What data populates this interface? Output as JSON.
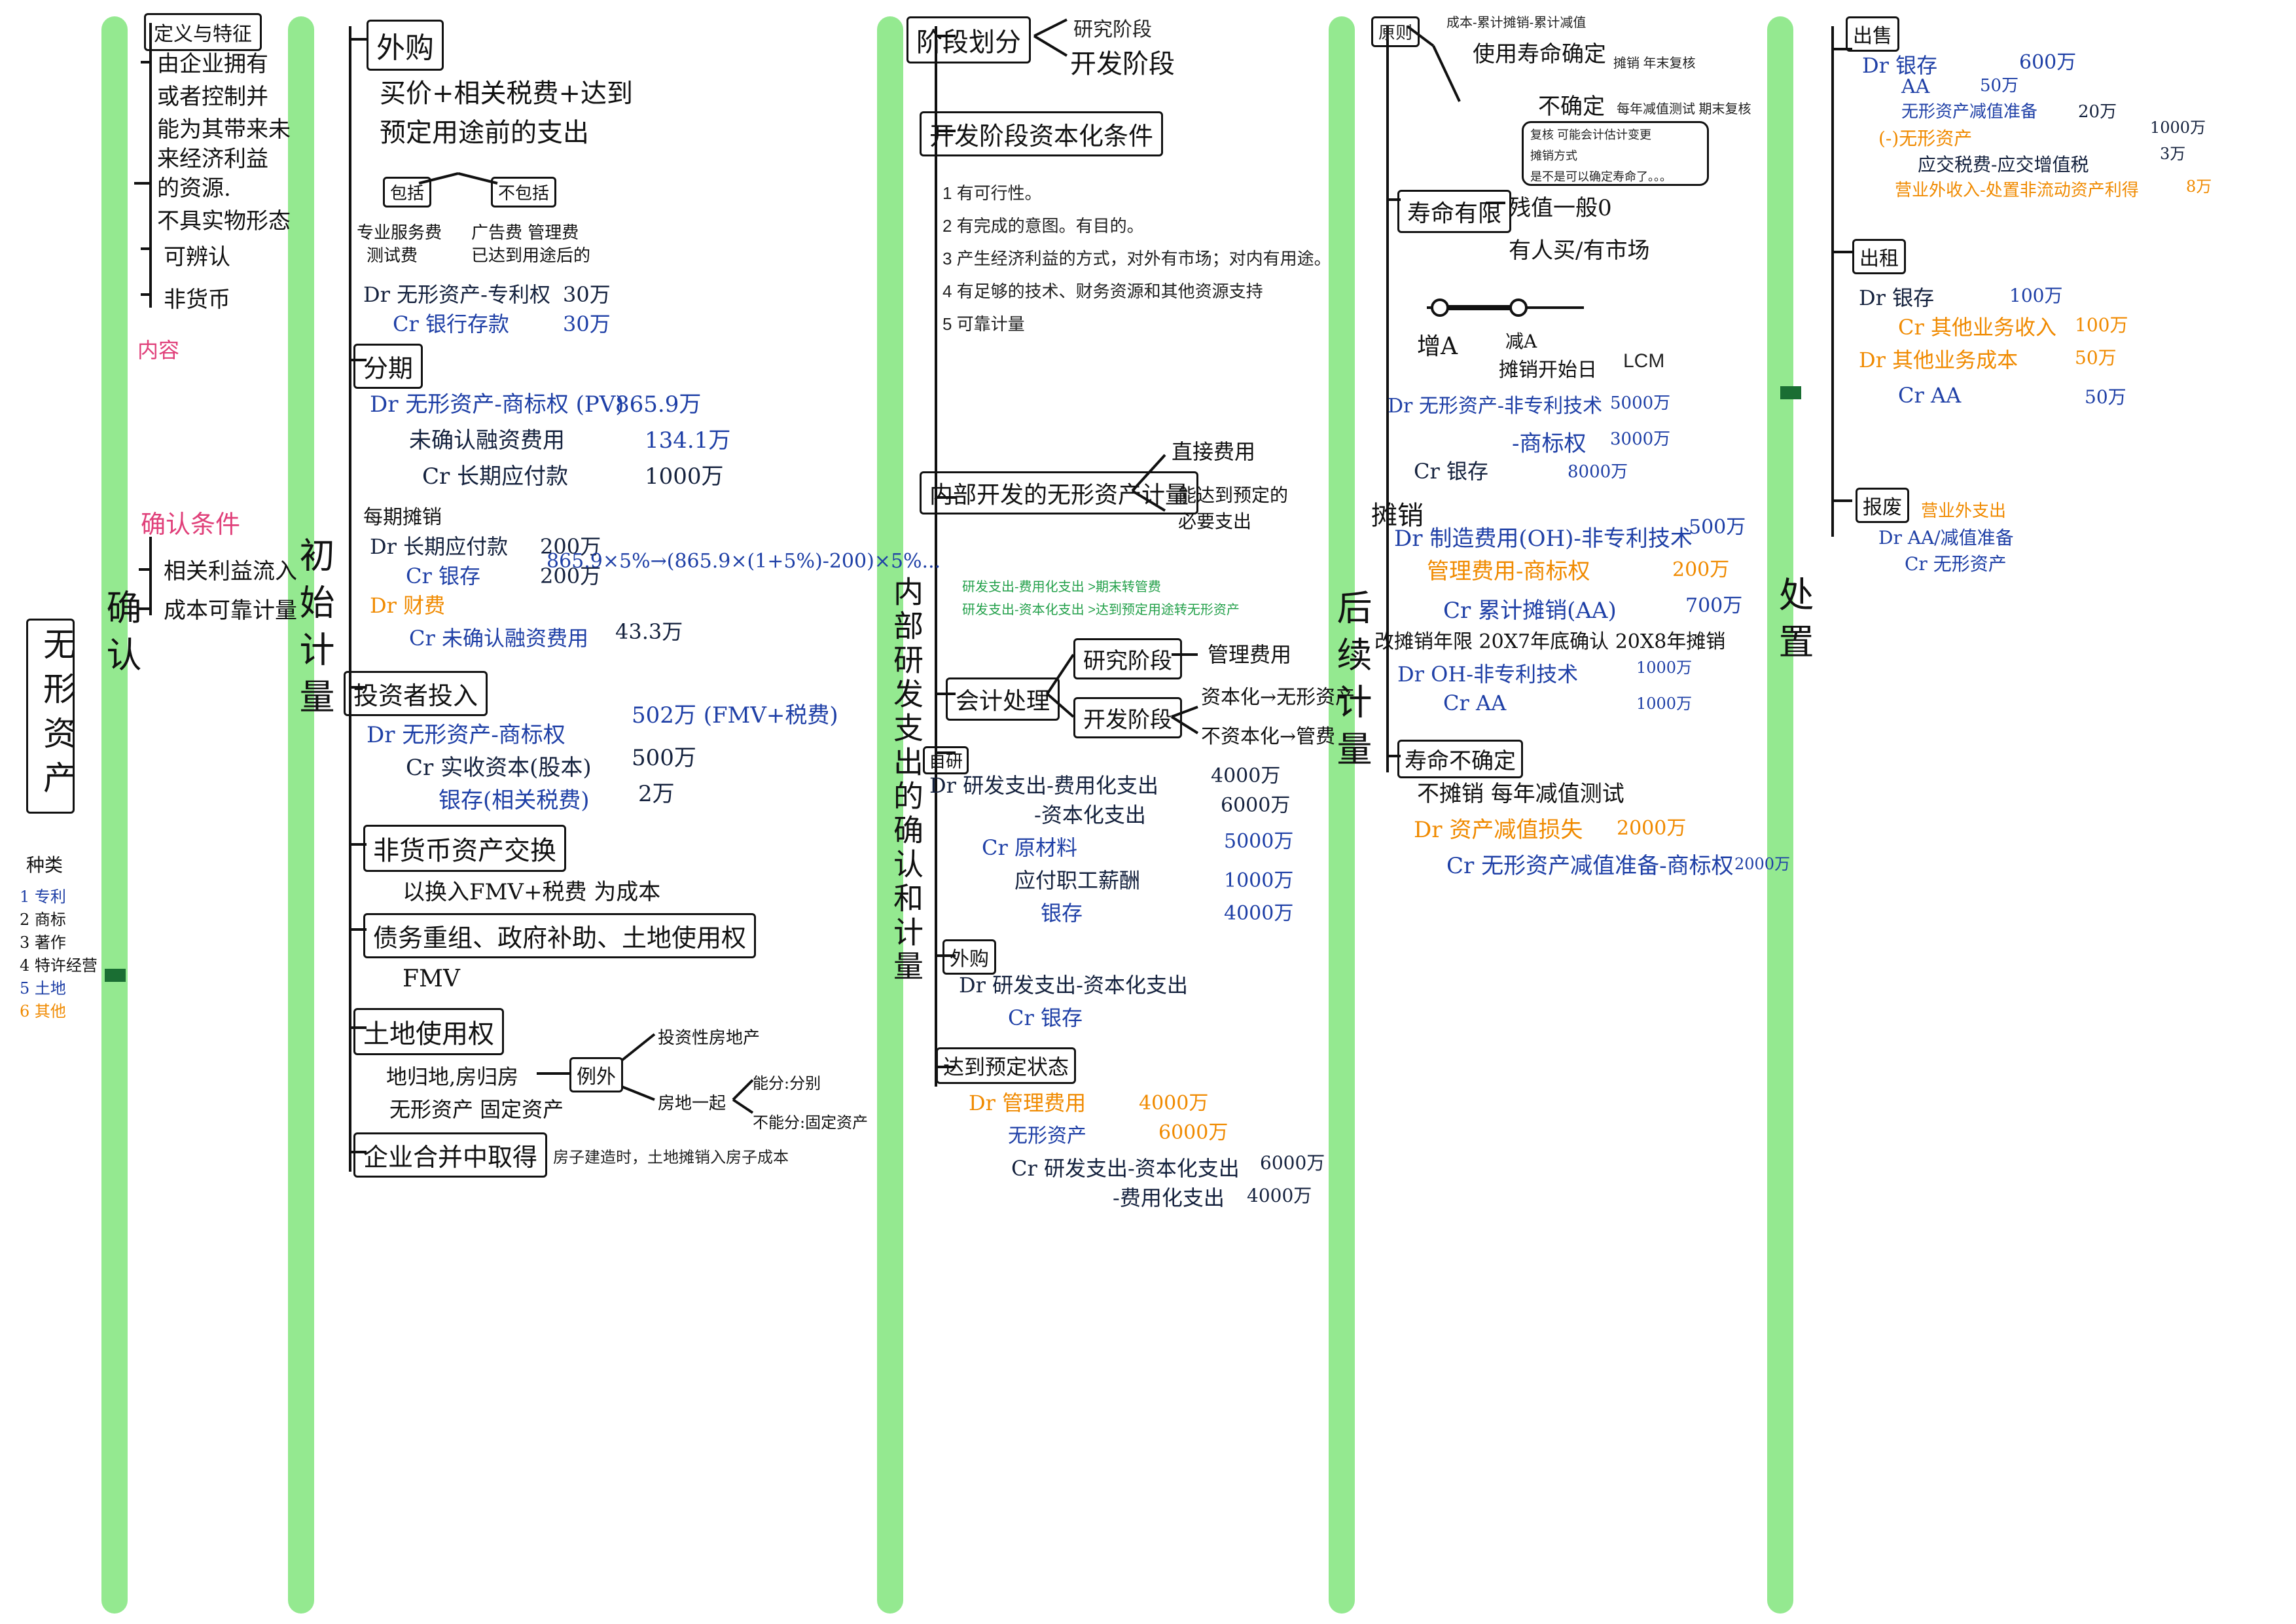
{
  "root": {
    "title": "无形资产"
  },
  "sections": {
    "recognition": "确认",
    "initial": "初始计量",
    "rnd": "内部研发支出的确认和计量",
    "subsequent": "后续计量",
    "disposal": "处置"
  },
  "col1": {
    "definition": "定义与特征",
    "def_lines": [
      "由企业拥有",
      "或者控制并",
      "能为其带来未",
      "来经济利益",
      "的资源.",
      "不具实物形态",
      "可辨认",
      "非货币"
    ],
    "pink_note": "内容",
    "conditions": "确认条件",
    "cond_lines": [
      "相关利益流入",
      "成本可靠计量"
    ],
    "list_title": "种类",
    "list": [
      "1 专利",
      "2 商标",
      "3 著作",
      "4 特许经营",
      "5 土地",
      "6 其他"
    ]
  },
  "col2": {
    "purchase": "外购",
    "purchase_desc": [
      "买价+相关税费+达到",
      "预定用途前的支出"
    ],
    "include": "包括",
    "exclude": "不包括",
    "include_items": [
      "专业服务费",
      "测试费"
    ],
    "exclude_items": [
      "广告费 管理费",
      "已达到用途后的"
    ],
    "je1": [
      "Dr 无形资产-专利权",
      "Cr 银行存款"
    ],
    "je1_amounts": [
      "30万",
      "30万"
    ],
    "installment": "分期",
    "je2": [
      "Dr 无形资产-商标权 (PV)",
      "未确认融资费用",
      "Cr 长期应付款"
    ],
    "je2_amounts": [
      "865.9万",
      "134.1万",
      "1000万"
    ],
    "annual": "每期摊销",
    "je3": [
      "Dr 长期应付款",
      "Cr 银存"
    ],
    "je3_amounts": [
      "200万",
      "200万"
    ],
    "calc": "865.9×5%→(865.9×(1+5%)-200)×5%...",
    "je4": [
      "Dr 财费",
      "Cr 未确认融资费用"
    ],
    "je4_amount": "43.3万",
    "investor": "投资者投入",
    "je5": [
      "Dr 无形资产-商标权",
      "Cr 实收资本(股本)",
      "银存(相关税费)"
    ],
    "je5_amounts": [
      "502万 (FMV+税费)",
      "500万",
      "2万"
    ],
    "nonmonetary": "非货币资产交换",
    "nonmonetary_desc": "以换入FMV+税费 为成本",
    "debt": "债务重组、政府补助、土地使用权",
    "fmv": "FMV",
    "land": "土地使用权",
    "land_desc": [
      "地归地,房归房",
      "无形资产  固定资产"
    ],
    "exception": "例外",
    "exception_items": [
      "投资性房地产",
      "房地一起"
    ],
    "exception_sub": [
      "能分:分别",
      "不能分:固定资产"
    ],
    "merger": "企业合并中取得",
    "land_note": "房子建造时，土地摊销入房子成本"
  },
  "col3": {
    "stage": "阶段划分",
    "stage_items": [
      "研究阶段",
      "开发阶段"
    ],
    "cap_title": "开发阶段资本化条件",
    "cap_list": [
      "1 有可行性。",
      "2 有完成的意图。有目的。",
      "3 产生经济利益的方式，对外有市场；对内有用途。",
      "4 有足够的技术、财务资源和其他资源支持",
      "5 可靠计量"
    ],
    "internal": "内部开发的无形资产计量",
    "internal_items": [
      "直接费用",
      "能达到预定的必要支出"
    ],
    "note_line1": "研发支出-费用化支出 >期末转管费",
    "note_line2": "研发支出-资本化支出 >达到预定用途转无形资产",
    "account": "会计处理",
    "research": "研究阶段",
    "research_item": "管理费用",
    "dev": "开发阶段",
    "dev_items": [
      "资本化→无形资产",
      "不资本化→管费"
    ],
    "self": "自研",
    "je_self": [
      "Dr 研发支出-费用化支出",
      "-资本化支出",
      "Cr 原材料",
      "应付职工薪酬",
      "银存"
    ],
    "je_self_amounts": [
      "4000万",
      "6000万",
      "5000万",
      "1000万",
      "4000万"
    ],
    "outsourced": "外购",
    "je_out": [
      "Dr 研发支出-资本化支出",
      "Cr 银存"
    ],
    "ready": "达到预定状态",
    "je_ready": [
      "Dr 管理费用",
      "无形资产",
      "Cr 研发支出-资本化支出",
      "-费用化支出"
    ],
    "je_ready_amounts": [
      "4000万",
      "6000万",
      "6000万",
      "4000万"
    ]
  },
  "col4": {
    "principle": "原则",
    "principle_desc": "成本-累计摊销-累计减值",
    "life_det": "使用寿命确定",
    "life_det_note": "摊销  年末复核",
    "life_indet": "不确定",
    "life_indet_note": "每年减值测试  期末复核",
    "review_box": [
      "复核 可能会计估计变更",
      "摊销方式",
      "是不是可以确定寿命了。。。"
    ],
    "finite": "寿命有限",
    "finite_items": [
      "残值一般0",
      "有人买/有市场"
    ],
    "timeline": [
      "增A",
      "减A"
    ],
    "timeline_note": [
      "摊销开始日",
      "LCM"
    ],
    "je_a": [
      "Dr 无形资产-非专利技术",
      "-商标权",
      "Cr 银存"
    ],
    "je_a_amounts": [
      "5000万",
      "3000万",
      "8000万"
    ],
    "amort": "摊销",
    "je_b": [
      "Dr 制造费用(OH)-非专利技术",
      "管理费用-商标权",
      "Cr 累计摊销(AA)"
    ],
    "je_b_amounts": [
      "500万",
      "200万",
      "700万"
    ],
    "change": "改摊销年限  20X7年底确认  20X8年摊销",
    "je_c": [
      "Dr OH-非专利技术",
      "Cr AA"
    ],
    "je_c_amounts": [
      "1000万",
      "1000万"
    ],
    "indef": "寿命不确定",
    "indef_desc": "不摊销  每年减值测试",
    "je_d": [
      "Dr 资产减值损失",
      "Cr 无形资产减值准备-商标权"
    ],
    "je_d_amounts": [
      "2000万",
      "2000万"
    ]
  },
  "col5": {
    "sale": "出售",
    "je_sale": [
      "Dr 银存",
      "AA",
      "无形资产减值准备",
      "(-)无形资产",
      "应交税费-应交增值税",
      "营业外收入-处置非流动资产利得"
    ],
    "je_sale_amounts": [
      "600万",
      "50万",
      "20万",
      "1000万",
      "3万",
      "8万"
    ],
    "rent": "出租",
    "je_rent": [
      "Dr 银存",
      "Cr 其他业务收入",
      "Dr 其他业务成本",
      "Cr AA"
    ],
    "je_rent_amounts": [
      "100万",
      "100万",
      "50万",
      "50万"
    ],
    "writeoff": "报废",
    "je_writeoff": [
      "营业外支出",
      "Dr AA/减值准备",
      "Cr 无形资产"
    ],
    "disposal_label": "处置"
  }
}
